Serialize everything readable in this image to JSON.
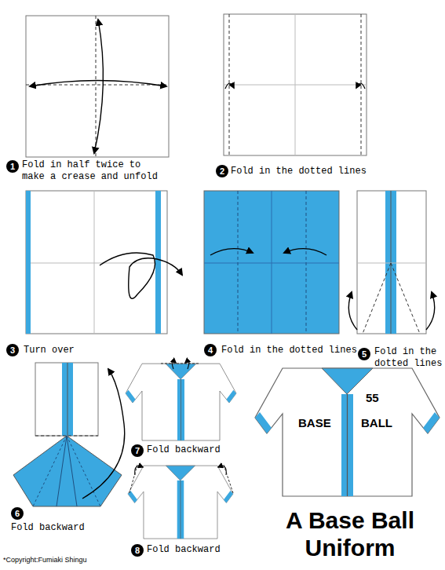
{
  "diagram": {
    "title": "A Base Ball Uniform",
    "nodes": [
      {
        "text": [
          "1"
        ]
      },
      {
        "text": [
          "2"
        ]
      },
      {
        "text": [
          "3"
        ]
      },
      {
        "text": [
          "4"
        ]
      },
      {
        "text": [
          "5"
        ]
      },
      {
        "text": [
          "6"
        ]
      },
      {
        "text": [
          "7"
        ]
      },
      {
        "text": [
          "8"
        ]
      }
    ],
    "labels": [
      "Fold in half twice to make a crease and unfold",
      "Fold in the dotted lines",
      "Turn over",
      "Fold in the dotted lines",
      "Fold in the dotted lines",
      "Fold backward",
      "Fold backward",
      "Fold backward",
      "BASE",
      "55",
      "BALL",
      "*Copyright:Fumiaki Shingu"
    ]
  }
}
